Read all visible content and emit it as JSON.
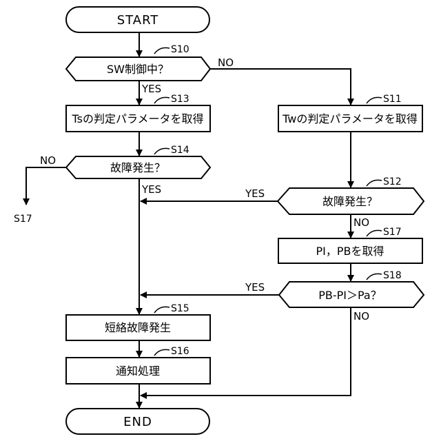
{
  "nodes": {
    "start": {
      "label": "START"
    },
    "s10": {
      "step": "S10",
      "label": "SW制御中？"
    },
    "s13": {
      "step": "S13",
      "label": "Tsの判定パラメータを取得"
    },
    "s11": {
      "step": "S11",
      "label": "Twの判定パラメータを取得"
    },
    "s14": {
      "step": "S14",
      "label": "故障発生？"
    },
    "s12": {
      "step": "S12",
      "label": "故障発生？"
    },
    "s17": {
      "step": "S17",
      "label": "PI，PBを取得"
    },
    "s18": {
      "step": "S18",
      "label": "PB-PI＞Pa？"
    },
    "s15": {
      "step": "S15",
      "label": "短絡故障発生"
    },
    "s16": {
      "step": "S16",
      "label": "通知処理"
    },
    "end": {
      "label": "END"
    }
  },
  "branches": {
    "s10_no": "NO",
    "s10_yes": "YES",
    "s14_no": "NO",
    "s14_yes": "YES",
    "s12_yes": "YES",
    "s12_no": "NO",
    "s18_yes": "YES",
    "s18_no": "NO"
  },
  "connector": {
    "label": "S17"
  },
  "edges": [
    {
      "from": "START",
      "to": "S10"
    },
    {
      "from": "S10",
      "to": "S13",
      "label": "YES"
    },
    {
      "from": "S10",
      "to": "S11",
      "label": "NO"
    },
    {
      "from": "S13",
      "to": "S14"
    },
    {
      "from": "S14",
      "to": "S15",
      "label": "YES"
    },
    {
      "from": "S14",
      "to": "S17",
      "label": "NO"
    },
    {
      "from": "S11",
      "to": "S12"
    },
    {
      "from": "S12",
      "to": "S15",
      "label": "YES"
    },
    {
      "from": "S12",
      "to": "S17",
      "label": "NO"
    },
    {
      "from": "S17",
      "to": "S18"
    },
    {
      "from": "S18",
      "to": "S15",
      "label": "YES"
    },
    {
      "from": "S18",
      "to": "END",
      "label": "NO"
    },
    {
      "from": "S15",
      "to": "S16"
    },
    {
      "from": "S16",
      "to": "END"
    }
  ]
}
